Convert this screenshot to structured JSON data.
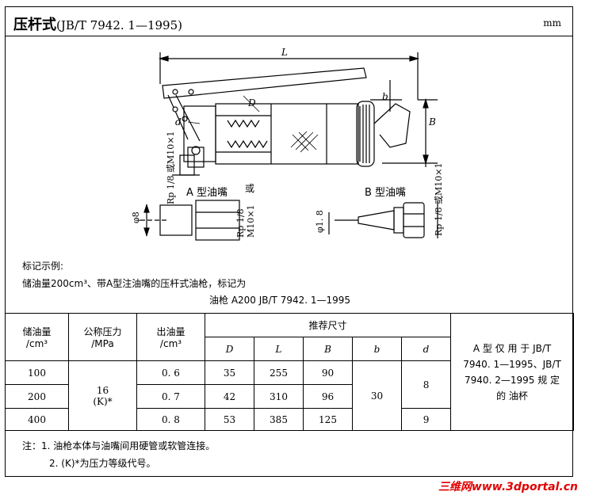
{
  "title": "压杆式",
  "standard": "(JB/T 7942. 1—1995)",
  "unit": "mm",
  "drawing": {
    "dims": {
      "L": "L",
      "b": "b",
      "B": "B",
      "D": "D",
      "d": "d"
    },
    "thread_main": "Rp 1/8 或M10×1",
    "thread_a": "Rp 1/8",
    "thread_a2": "M10×1",
    "or_char": "或",
    "nozzle_a": "A 型油嘴",
    "nozzle_b": "B 型油嘴",
    "phi8": "φ8",
    "phi18": "φ1. 8"
  },
  "sample": {
    "heading": "标记示例:",
    "line1": "储油量200cm³、带A型注油嘴的压杆式油枪，标记为",
    "line2": "油枪    A200  JB/T  7942. 1—1995"
  },
  "table": {
    "headers": {
      "capacity": "储油量",
      "capacity_unit": "/cm³",
      "pressure": "公称压力",
      "pressure_unit": "/MPa",
      "output": "出油量",
      "output_unit": "/cm³",
      "recommended": "推荐尺寸",
      "D": "D",
      "L": "L",
      "B": "B",
      "b": "b",
      "d": "d"
    },
    "rows": [
      {
        "capacity": "100",
        "output": "0. 6",
        "D": "35",
        "L": "255",
        "B": "90"
      },
      {
        "capacity": "200",
        "output": "0. 7",
        "D": "42",
        "L": "310",
        "B": "96"
      },
      {
        "capacity": "400",
        "output": "0. 8",
        "D": "53",
        "L": "385",
        "B": "125"
      }
    ],
    "pressure_value": "16",
    "pressure_grade": "(K)*",
    "b_value": "30",
    "d_value_1": "8",
    "d_value_2": "9",
    "remark": "A 型 仅 用 于 JB/T 7940. 1—1995、JB/T 7940. 2—1995 规 定 的 油杯"
  },
  "notes": {
    "n1": "注：1.  油枪本体与油嘴间用硬管或软管连接。",
    "n2": "2.  (K)*为压力等级代号。"
  },
  "watermark": "三维网www.3dportal.cn"
}
